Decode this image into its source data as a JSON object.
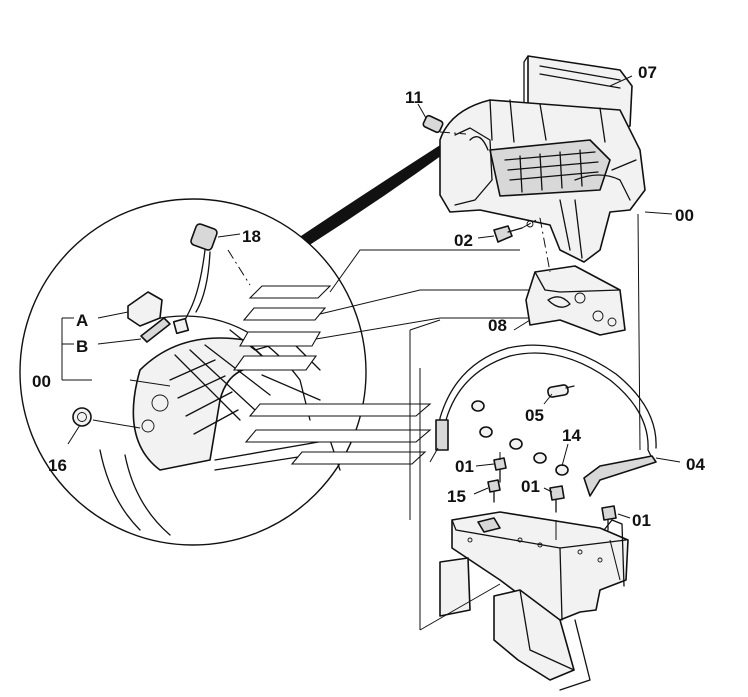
{
  "callouts": {
    "p07": "07",
    "p11": "11",
    "p00_top": "00",
    "p02": "02",
    "p18": "18",
    "pA": "A",
    "pB": "B",
    "p00_detail": "00",
    "p16": "16",
    "p08": "08",
    "p05": "05",
    "p14": "14",
    "p01_a": "01",
    "p04": "04",
    "p15": "15",
    "p01_b": "01",
    "p01_c": "01"
  }
}
